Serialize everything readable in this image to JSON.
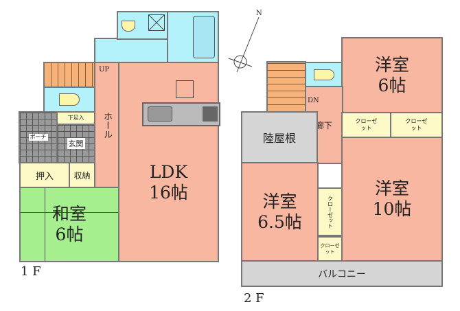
{
  "floor1": {
    "label": "1 F",
    "rooms": {
      "up": "UP",
      "hall": "ホール",
      "shoe_storage": "下足入",
      "porch": "ポーチ",
      "entrance": "玄関",
      "closet_oshiire": "押入",
      "storage": "収納",
      "ldk_name": "LDK",
      "ldk_size": "16帖",
      "washitsu_name": "和室",
      "washitsu_size": "6帖"
    }
  },
  "floor2": {
    "label": "2 F",
    "rooms": {
      "dn": "DN",
      "corridor": "廊下",
      "flat_roof": "陸屋根",
      "room_a_name": "洋室",
      "room_a_size": "6帖",
      "room_b_name": "洋室",
      "room_b_size": "10帖",
      "room_c_name": "洋室",
      "room_c_size": "6.5帖",
      "closet_1": "クローゼット",
      "closet_2": "クローゼット",
      "closet_3": "クローゼット",
      "closet_4": "クローゼット",
      "balcony": "バルコニー"
    }
  },
  "compass": {
    "north": "N"
  },
  "colors": {
    "room": "#f8b7a0",
    "wet": "#b3f2fa",
    "stairs": "#f7b27a",
    "tatami": "#a6ef8e",
    "storage": "#fdfac8",
    "roof": "#d6d6d6"
  }
}
